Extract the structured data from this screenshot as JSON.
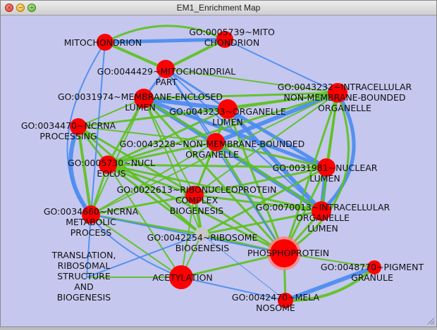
{
  "window": {
    "title": "EM1_Enrichment Map",
    "close_icon": "close-icon",
    "minimize_icon": "minimize-icon",
    "zoom_icon": "zoom-icon"
  },
  "colors": {
    "background": "#c5c7ee",
    "node": "#ff0000",
    "node_halo": "#ff8080",
    "node_grey": "#c8c8c8",
    "edge_blue": "#4a8cf0",
    "edge_green": "#5cc11c"
  },
  "network": {
    "nodes": [
      {
        "id": "mito",
        "lines": [
          "MITOCHONDRION"
        ]
      },
      {
        "id": "go5739",
        "lines": [
          "GO:0005739~MITO",
          "CHONDRION"
        ]
      },
      {
        "id": "go44429",
        "lines": [
          "GO:0044429~MITOCHONDRIAL",
          "PART"
        ]
      },
      {
        "id": "go31974",
        "lines": [
          "GO:0031974~MEMBRANE-ENCLOSED",
          "LUMEN"
        ]
      },
      {
        "id": "go43232",
        "lines": [
          "GO:0043232~INTRACELLULAR",
          "NON-MEMBRANE-BOUNDED",
          "ORGANELLE"
        ]
      },
      {
        "id": "go43233",
        "lines": [
          "GO:0043233~ORGANELLE",
          "LUMEN"
        ]
      },
      {
        "id": "go34470",
        "lines": [
          "GO:0034470~NCRNA",
          "PROCESSING"
        ]
      },
      {
        "id": "go43228",
        "lines": [
          "GO:0043228~NON-MEMBRANE-BOUNDED",
          "ORGANELLE"
        ]
      },
      {
        "id": "go5730",
        "lines": [
          "GO:0005730~NUCL",
          "EOLUS"
        ]
      },
      {
        "id": "go31981",
        "lines": [
          "GO:0031981~NUCLEAR",
          "LUMEN"
        ]
      },
      {
        "id": "go22613",
        "lines": [
          "GO:0022613~RIBONUCLEOPROTEIN",
          "COMPLEX",
          "BIOGENESIS"
        ]
      },
      {
        "id": "go34660",
        "lines": [
          "GO:0034660~NCRNA",
          "METABOLIC",
          "PROCESS"
        ]
      },
      {
        "id": "go70013",
        "lines": [
          "GO:0070013~INTRACELLULAR",
          "ORGANELLE",
          "LUMEN"
        ]
      },
      {
        "id": "go42254",
        "lines": [
          "GO:0042254~RIBOSOME",
          "BIOGENESIS"
        ]
      },
      {
        "id": "phospho",
        "lines": [
          "PHOSPHOPROTEIN"
        ]
      },
      {
        "id": "transl",
        "lines": [
          "TRANSLATION,",
          "RIBOSOMAL",
          "STRUCTURE",
          "AND",
          "BIOGENESIS"
        ]
      },
      {
        "id": "acetyl",
        "lines": [
          "ACETYLATION"
        ]
      },
      {
        "id": "go48770",
        "lines": [
          "GO:0048770~PIGMENT",
          "GRANULE"
        ]
      },
      {
        "id": "go42470",
        "lines": [
          "GO:0042470~MELA",
          "NOSOME"
        ]
      }
    ],
    "edges": [
      {
        "a": "mito",
        "b": "go5739",
        "color": "blue",
        "weight": 5
      },
      {
        "a": "mito",
        "b": "go44429",
        "color": "green",
        "weight": 4
      },
      {
        "a": "go5739",
        "b": "go44429",
        "color": "green",
        "weight": 4
      },
      {
        "a": "mito",
        "b": "go5739",
        "color": "green",
        "weight": 3,
        "bend": -25
      },
      {
        "a": "go31974",
        "b": "go43233",
        "color": "blue",
        "weight": 6
      },
      {
        "a": "go31974",
        "b": "go70013",
        "color": "blue",
        "weight": 6
      },
      {
        "a": "go43233",
        "b": "go70013",
        "color": "blue",
        "weight": 6
      },
      {
        "a": "go31981",
        "b": "go70013",
        "color": "blue",
        "weight": 6
      },
      {
        "a": "go31974",
        "b": "go31981",
        "color": "blue",
        "weight": 5
      },
      {
        "a": "go43233",
        "b": "go31981",
        "color": "blue",
        "weight": 5
      },
      {
        "a": "go43232",
        "b": "go43228",
        "color": "blue",
        "weight": 6
      },
      {
        "a": "go34470",
        "b": "go34660",
        "color": "blue",
        "weight": 6,
        "bend": 30
      },
      {
        "a": "go48770",
        "b": "go42470",
        "color": "blue",
        "weight": 6
      },
      {
        "a": "go31974",
        "b": "go43232",
        "color": "green",
        "weight": 3
      },
      {
        "a": "go31974",
        "b": "go43228",
        "color": "green",
        "weight": 3
      },
      {
        "a": "go31974",
        "b": "go5730",
        "color": "green",
        "weight": 3
      },
      {
        "a": "go31974",
        "b": "go22613",
        "color": "green",
        "weight": 2
      },
      {
        "a": "go31974",
        "b": "go42254",
        "color": "green",
        "weight": 2
      },
      {
        "a": "go31974",
        "b": "go34660",
        "color": "green",
        "weight": 2
      },
      {
        "a": "go31974",
        "b": "go34470",
        "color": "green",
        "weight": 2
      },
      {
        "a": "go31974",
        "b": "phospho",
        "color": "green",
        "weight": 3
      },
      {
        "a": "go43233",
        "b": "go43228",
        "color": "green",
        "weight": 3
      },
      {
        "a": "go43233",
        "b": "go5730",
        "color": "green",
        "weight": 3
      },
      {
        "a": "go43233",
        "b": "go22613",
        "color": "green",
        "weight": 2
      },
      {
        "a": "go43233",
        "b": "phospho",
        "color": "green",
        "weight": 3
      },
      {
        "a": "go43233",
        "b": "go43232",
        "color": "green",
        "weight": 3
      },
      {
        "a": "go43232",
        "b": "go31981",
        "color": "green",
        "weight": 3
      },
      {
        "a": "go43232",
        "b": "go70013",
        "color": "green",
        "weight": 3
      },
      {
        "a": "go43232",
        "b": "go5730",
        "color": "green",
        "weight": 3
      },
      {
        "a": "go43232",
        "b": "phospho",
        "color": "green",
        "weight": 3
      },
      {
        "a": "go43232",
        "b": "go22613",
        "color": "green",
        "weight": 2
      },
      {
        "a": "go43228",
        "b": "go31981",
        "color": "green",
        "weight": 3
      },
      {
        "a": "go43228",
        "b": "go70013",
        "color": "green",
        "weight": 3
      },
      {
        "a": "go43228",
        "b": "go5730",
        "color": "green",
        "weight": 3
      },
      {
        "a": "go43228",
        "b": "go22613",
        "color": "green",
        "weight": 3
      },
      {
        "a": "go43228",
        "b": "phospho",
        "color": "green",
        "weight": 3
      },
      {
        "a": "go43228",
        "b": "go34660",
        "color": "green",
        "weight": 2
      },
      {
        "a": "go43228",
        "b": "go34470",
        "color": "green",
        "weight": 2
      },
      {
        "a": "go5730",
        "b": "go31981",
        "color": "green",
        "weight": 3
      },
      {
        "a": "go5730",
        "b": "go70013",
        "color": "green",
        "weight": 3
      },
      {
        "a": "go5730",
        "b": "go22613",
        "color": "green",
        "weight": 3
      },
      {
        "a": "go5730",
        "b": "go42254",
        "color": "green",
        "weight": 3
      },
      {
        "a": "go5730",
        "b": "go34660",
        "color": "green",
        "weight": 3
      },
      {
        "a": "go5730",
        "b": "go34470",
        "color": "green",
        "weight": 3
      },
      {
        "a": "go5730",
        "b": "phospho",
        "color": "green",
        "weight": 3
      },
      {
        "a": "go5730",
        "b": "acetyl",
        "color": "green",
        "weight": 2
      },
      {
        "a": "go22613",
        "b": "go42254",
        "color": "green",
        "weight": 4
      },
      {
        "a": "go22613",
        "b": "go34660",
        "color": "green",
        "weight": 3
      },
      {
        "a": "go22613",
        "b": "go34470",
        "color": "green",
        "weight": 3
      },
      {
        "a": "go22613",
        "b": "go31981",
        "color": "green",
        "weight": 3
      },
      {
        "a": "go22613",
        "b": "go70013",
        "color": "green",
        "weight": 3
      },
      {
        "a": "go22613",
        "b": "phospho",
        "color": "green",
        "weight": 3
      },
      {
        "a": "go22613",
        "b": "acetyl",
        "color": "green",
        "weight": 2
      },
      {
        "a": "go34660",
        "b": "go42254",
        "color": "green",
        "weight": 3
      },
      {
        "a": "go34470",
        "b": "go42254",
        "color": "green",
        "weight": 3
      },
      {
        "a": "go34660",
        "b": "acetyl",
        "color": "green",
        "weight": 2
      },
      {
        "a": "go42254",
        "b": "phospho",
        "color": "green",
        "weight": 3
      },
      {
        "a": "go42254",
        "b": "go70013",
        "color": "green",
        "weight": 3
      },
      {
        "a": "go42254",
        "b": "go31981",
        "color": "green",
        "weight": 3
      },
      {
        "a": "go42254",
        "b": "acetyl",
        "color": "green",
        "weight": 2
      },
      {
        "a": "go70013",
        "b": "phospho",
        "color": "green",
        "weight": 3
      },
      {
        "a": "go31981",
        "b": "phospho",
        "color": "green",
        "weight": 3
      },
      {
        "a": "phospho",
        "b": "acetyl",
        "color": "green",
        "weight": 3
      },
      {
        "a": "phospho",
        "b": "go42470",
        "color": "green",
        "weight": 3
      },
      {
        "a": "phospho",
        "b": "go48770",
        "color": "green",
        "weight": 2
      },
      {
        "a": "go42470",
        "b": "go48770",
        "color": "green",
        "weight": 4,
        "bend": 20
      },
      {
        "a": "transl",
        "b": "acetyl",
        "color": "green",
        "weight": 2
      },
      {
        "a": "go34660",
        "b": "go43232",
        "color": "green",
        "weight": 2
      },
      {
        "a": "go34470",
        "b": "go43232",
        "color": "green",
        "weight": 2
      },
      {
        "a": "go34470",
        "b": "go43233",
        "color": "green",
        "weight": 2
      },
      {
        "a": "go43232",
        "b": "go70013",
        "color": "blue",
        "weight": 5,
        "bend": -40
      },
      {
        "a": "go43232",
        "b": "phospho",
        "color": "green",
        "weight": 3,
        "bend": -40
      },
      {
        "a": "go44429",
        "b": "go31974",
        "color": "blue",
        "weight": 3
      },
      {
        "a": "go44429",
        "b": "go43233",
        "color": "blue",
        "weight": 3
      },
      {
        "a": "go44429",
        "b": "go43228",
        "color": "blue",
        "weight": 2
      },
      {
        "a": "go44429",
        "b": "go43232",
        "color": "green",
        "weight": 2
      },
      {
        "a": "go44429",
        "b": "go70013",
        "color": "blue",
        "weight": 2
      },
      {
        "a": "go44429",
        "b": "phospho",
        "color": "blue",
        "weight": 2
      },
      {
        "a": "mito",
        "b": "acetyl",
        "color": "blue",
        "weight": 2,
        "bend": 60
      },
      {
        "a": "mito",
        "b": "go34660",
        "color": "blue",
        "weight": 2
      },
      {
        "a": "go5739",
        "b": "go43232",
        "color": "blue",
        "weight": 2
      },
      {
        "a": "go34660",
        "b": "phospho",
        "color": "blue",
        "weight": 2
      },
      {
        "a": "go42254",
        "b": "go42470",
        "color": "blue",
        "weight": 1
      },
      {
        "a": "acetyl",
        "b": "go42470",
        "color": "blue",
        "weight": 2
      },
      {
        "a": "go34660",
        "b": "transl",
        "color": "blue",
        "weight": 2
      },
      {
        "a": "go42254",
        "b": "transl",
        "color": "blue",
        "weight": 2
      },
      {
        "a": "go34470",
        "b": "go34660",
        "color": "green",
        "weight": 4
      }
    ]
  }
}
